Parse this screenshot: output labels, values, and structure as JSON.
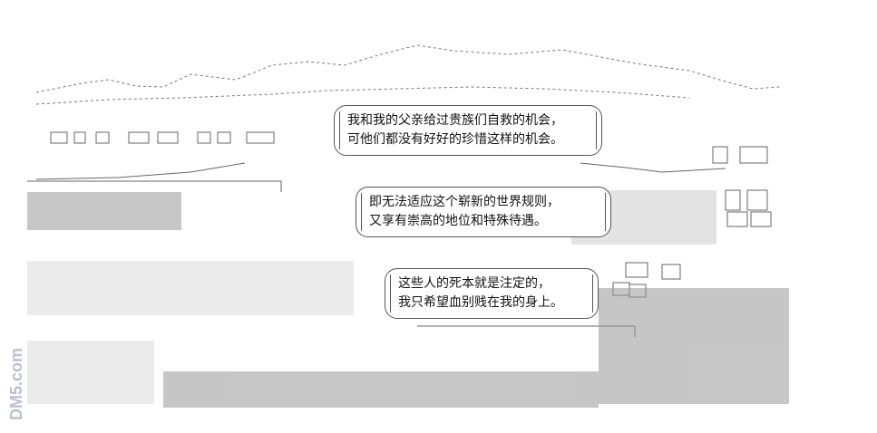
{
  "bubbles": [
    {
      "lines": [
        "我和我的父亲给过贵族们自救的机会，",
        "可他们都没有好好的珍惜这样的机会。"
      ]
    },
    {
      "lines": [
        "即无法适应这个崭新的世界规则，",
        "又享有崇高的地位和特殊待遇。"
      ]
    },
    {
      "lines": [
        "这些人的死本就是注定的，",
        "我只希望血别贱在我的身上。"
      ]
    }
  ],
  "watermark": {
    "text": "DM5.com"
  },
  "colors": {
    "ink": "#555555",
    "watermark": "#b8c0cc"
  }
}
